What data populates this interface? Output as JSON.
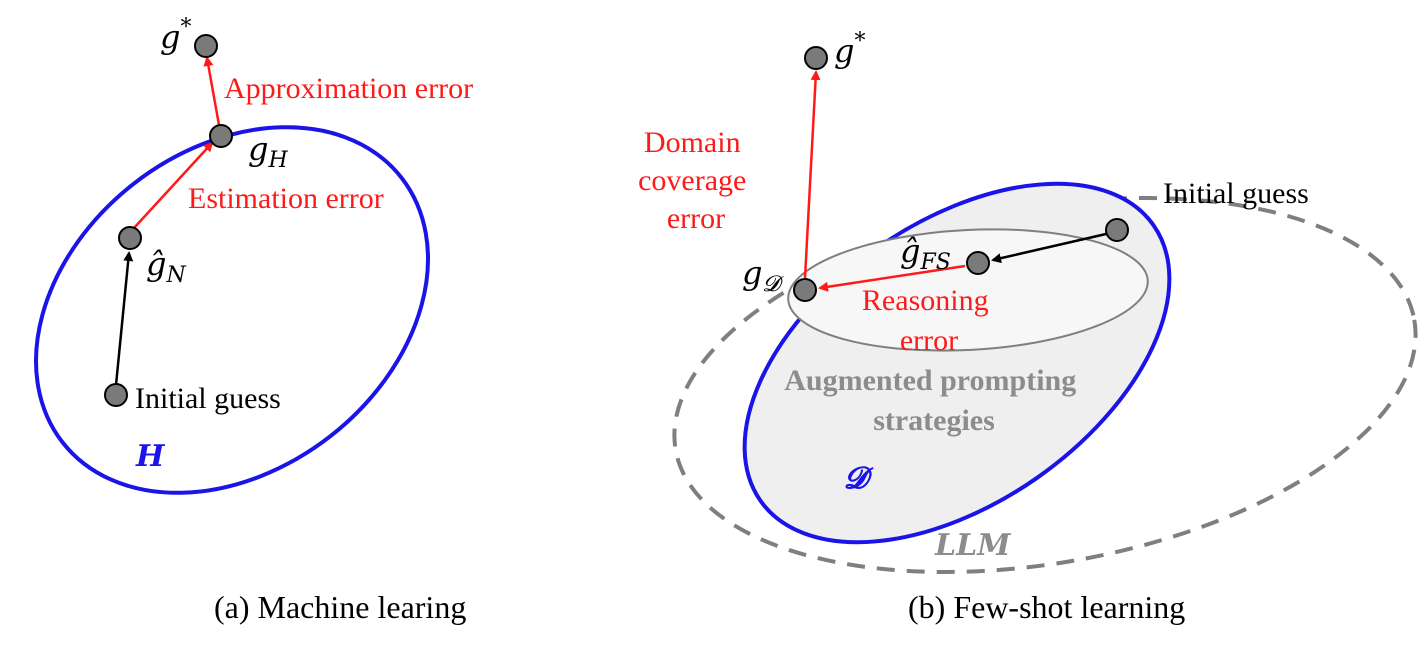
{
  "colors": {
    "blue": "#1a14e8",
    "red": "#ff1a1a",
    "gray_text": "#8c8c8c",
    "dashed_gray": "#7f7f7f",
    "node_fill": "#7a7a7a",
    "region_fill": "#efefef"
  },
  "panel_a": {
    "caption": "(a) Machine learing",
    "region_label": "H",
    "nodes": {
      "g_star": "g",
      "g_star_sup": "*",
      "g_H": "g",
      "g_H_sub": "H",
      "g_hat_N": "ĝ",
      "g_hat_N_sub": "N",
      "initial": "Initial guess"
    },
    "errors": {
      "approximation": "Approximation error",
      "estimation": "Estimation error"
    }
  },
  "panel_b": {
    "caption": "(b) Few-shot learning",
    "outer_label": "LLM",
    "region_label": "𝓓",
    "inner_label_line1": "Augmented prompting",
    "inner_label_line2": "strategies",
    "nodes": {
      "g_star": "g",
      "g_star_sup": "*",
      "g_D": "g",
      "g_D_sub": "𝓓",
      "g_hat_FS": "ĝ",
      "g_hat_FS_sub": "FS",
      "initial": "Initial guess"
    },
    "errors": {
      "domain_line1": "Domain",
      "domain_line2": "coverage",
      "domain_line3": "error",
      "reasoning_line1": "Reasoning",
      "reasoning_line2": "error"
    }
  }
}
